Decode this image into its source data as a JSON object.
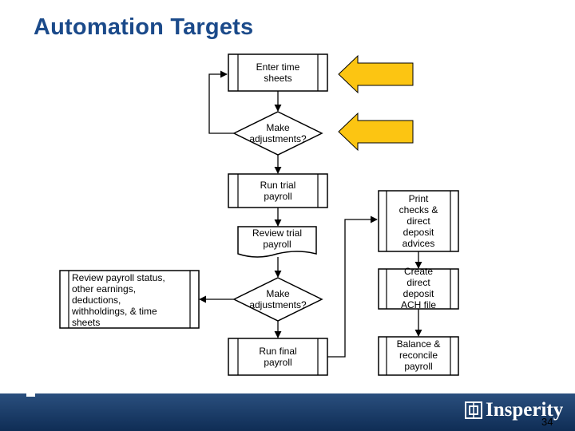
{
  "title": "Automation Targets",
  "steps": {
    "enter_time": [
      "Enter time",
      "sheets"
    ],
    "make_adj_1": [
      "Make",
      "adjustments?"
    ],
    "run_trial": [
      "Run trial",
      "payroll"
    ],
    "review_trial": [
      "Review trial",
      "payroll"
    ],
    "make_adj_2": [
      "Make",
      "adjustments?"
    ],
    "run_final": [
      "Run final",
      "payroll"
    ],
    "review_status": [
      "Review payroll status,",
      "other earnings,",
      "deductions,",
      "withholdings, & time",
      "sheets"
    ],
    "print_checks": [
      "Print",
      "checks &",
      "direct",
      "deposit",
      "advices"
    ],
    "create_ach": [
      "Create",
      "direct",
      "deposit",
      "ACH file"
    ],
    "balance": [
      "Balance &",
      "reconcile",
      "payroll"
    ]
  },
  "footer": {
    "slide_number": "34",
    "logo_text": "Insperity",
    "page_number": "34"
  },
  "colors": {
    "title": "#1b4a8a",
    "target_arrow": "#fcc512",
    "footer": "#1d3f6b"
  }
}
